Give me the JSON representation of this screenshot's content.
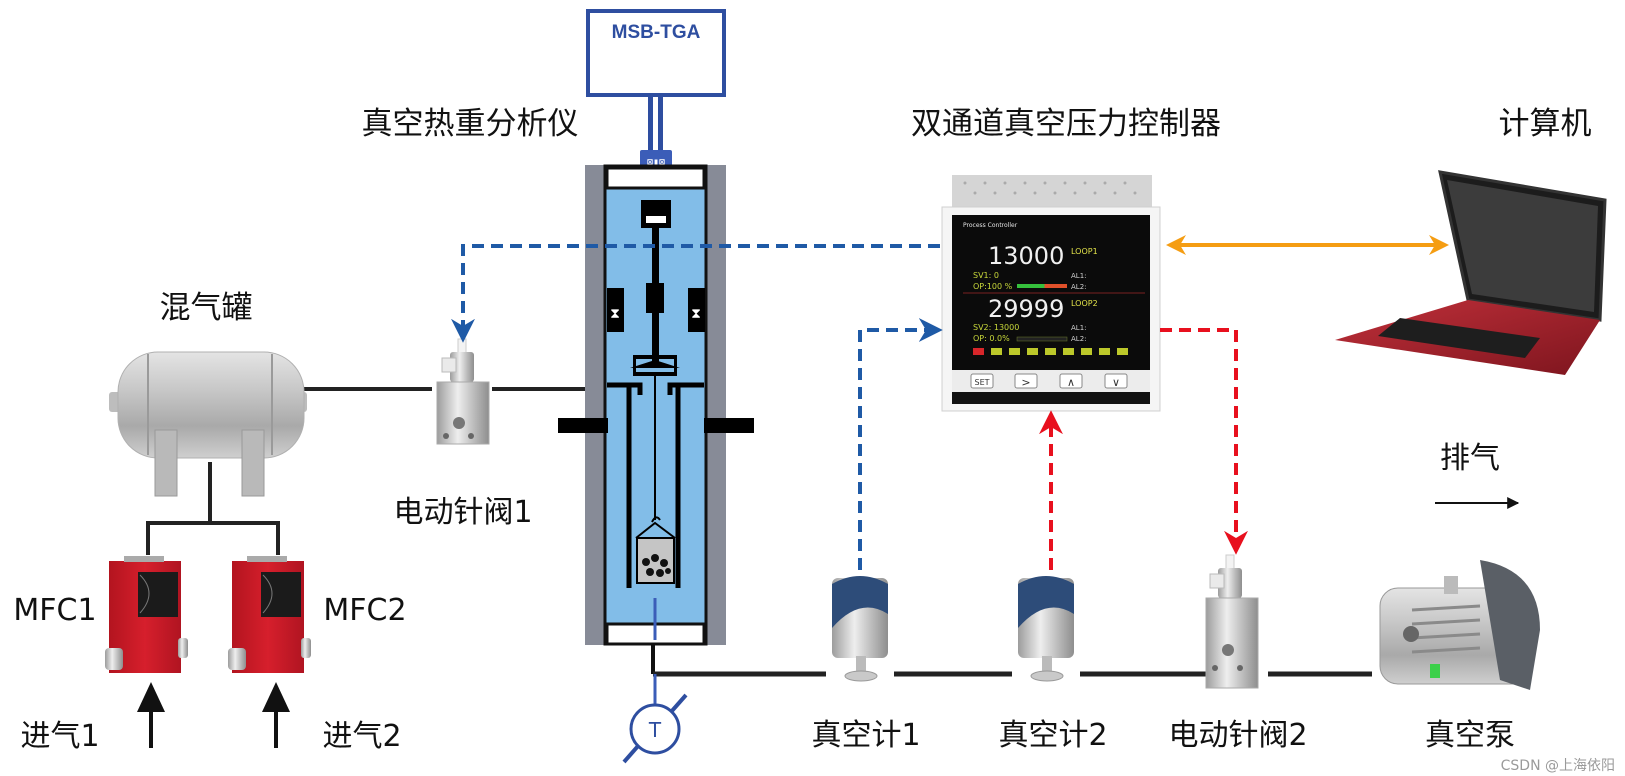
{
  "diagram": {
    "title_instrument": "真空热重分析仪",
    "msb_box_label": "MSB-TGA",
    "controller_title": "双通道真空压力控制器",
    "computer_label": "计算机",
    "mixing_tank_label": "混气罐",
    "valve1_label": "电动针阀1",
    "valve2_label": "电动针阀2",
    "mfc1_label": "MFC1",
    "mfc2_label": "MFC2",
    "inlet1_label": "进气1",
    "inlet2_label": "进气2",
    "gauge1_label": "真空计1",
    "gauge2_label": "真空计2",
    "pump_label": "真空泵",
    "exhaust_label": "排气",
    "thermocouple_symbol": "T",
    "watermark": "CSDN @上海依阳"
  },
  "controller_screen": {
    "header": "Process Controller",
    "loop1": {
      "pv": "13000",
      "name": "LOOP1",
      "sv": "SV1: 0",
      "op": "OP:100 %",
      "al1": "AL1:",
      "al2": "AL2:",
      "op_fraction": 1.0
    },
    "loop2": {
      "pv": "29999",
      "name": "LOOP2",
      "sv": "SV2: 13000",
      "op": "OP: 0.0%",
      "al1": "AL1:",
      "al2": "AL2:",
      "op_fraction": 0.0
    },
    "buttons": [
      "SET",
      ">",
      "∧",
      "∨"
    ]
  },
  "colors": {
    "blue_signal": "#1f5aa6",
    "red_signal": "#e8101e",
    "orange_comm": "#f59d12",
    "chamber_fill": "#82bde8",
    "furnace_wall": "#878b97",
    "msb_blue": "#2e4ea0",
    "pipe": "#222222"
  }
}
